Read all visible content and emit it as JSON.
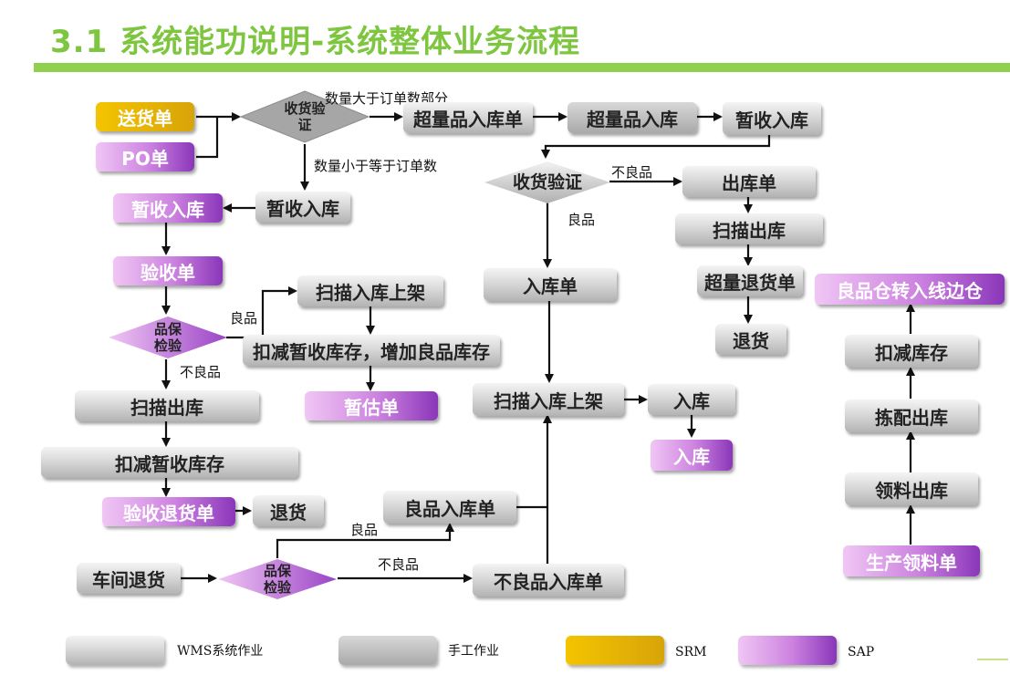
{
  "title": "3.1 系统能功说明-系统整体业务流程",
  "nodes": {
    "songhuodan": "送货单",
    "po": "PO单",
    "zanshou_left": "暂收入库",
    "zanshou_mid": "暂收入库",
    "yanshoudan": "验收单",
    "saomiao_chuku_left": "扫描出库",
    "kouj_zanshou": "扣减暂收库存",
    "yanshou_tuihuo": "验收退货单",
    "tuihuo_left": "退货",
    "chejian_tuihuo": "车间退货",
    "saomiao_shangjia_left": "扫描入库上架",
    "kouj_zengjia": "扣减暂收库存，增加良品库存",
    "zangu": "暂估单",
    "liangpin_ruku": "良品入库单",
    "buliang_ruku": "不良品入库单",
    "chaoliang_dan": "超量品入库单",
    "chaoliang_ruku": "超量品入库",
    "zanshou_right": "暂收入库",
    "rukudan": "入库单",
    "saomiao_shangjia_mid": "扫描入库上架",
    "ruku_wms": "入库",
    "ruku_sap": "入库",
    "chukudan": "出库单",
    "saomiao_chuku_right": "扫描出库",
    "chaoliang_tuihuo": "超量退货单",
    "tuihuo_right": "退货",
    "liangpincang": "良品仓转入线边仓",
    "kouj_kucun": "扣减库存",
    "jianpei": "拣配出库",
    "lingliao": "领料出库",
    "shengchan": "生产领料单"
  },
  "decisions": {
    "shouhuo_top": [
      "收货验",
      "证"
    ],
    "shouhuo_right": [
      "收货验证"
    ],
    "pinbao_left": [
      "品保",
      "检验"
    ],
    "pinbao_bottom": [
      "品保",
      "检验"
    ]
  },
  "labels": {
    "more": "数量大于订单数部分",
    "less": "数量小于等于订单数",
    "bad_right": "不良品",
    "good_right": "良品",
    "good_left": "良品",
    "bad_left": "不良品",
    "good_bottom": "良品",
    "bad_bottom": "不良品"
  },
  "legend": [
    {
      "label": "WMS系统作业",
      "color": "#c9c9c9"
    },
    {
      "label": "手工作业",
      "color": "#a6a6a6"
    },
    {
      "label": "SRM",
      "color": "#e8b800"
    },
    {
      "label": "SAP",
      "color": "#c47ad9"
    }
  ]
}
